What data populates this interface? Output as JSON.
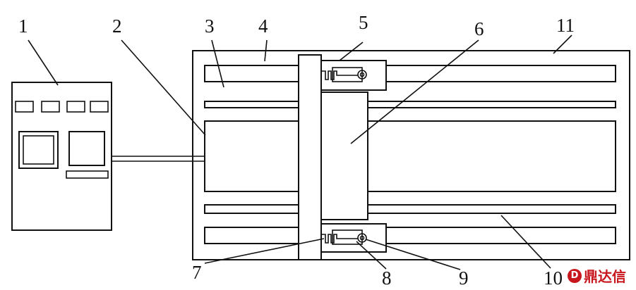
{
  "labels": {
    "l1": "1",
    "l2": "2",
    "l3": "3",
    "l4": "4",
    "l5": "5",
    "l6": "6",
    "l7": "7",
    "l8": "8",
    "l9": "9",
    "l10": "10",
    "l11": "11"
  },
  "watermark": {
    "text": "鼎达信",
    "mark": "D",
    "color": "#c8161d"
  }
}
